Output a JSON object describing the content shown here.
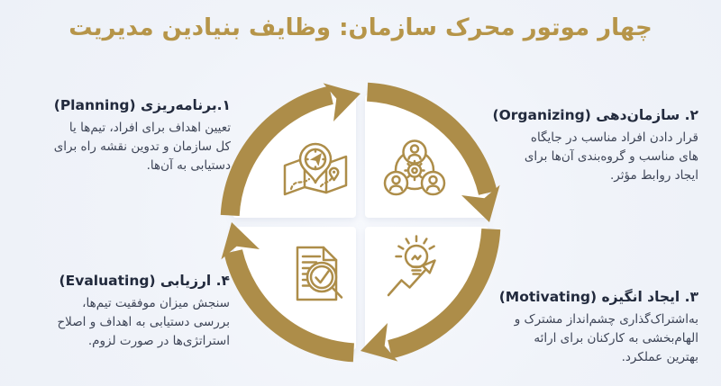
{
  "title": "چهار موتور محرک سازمان: وظایف بنیادین مدیریت",
  "colors": {
    "gold_accent": "#ad8d49",
    "title_gold": "#b69549",
    "heading_text": "#222a3d",
    "body_text": "#3e4557",
    "background": "#f0f3f9",
    "card": "#ffffff"
  },
  "diagram": {
    "type": "cycle",
    "direction": "clockwise",
    "segments": 4
  },
  "quadrants": [
    {
      "id": "planning",
      "heading": "۱.برنامه‌ریزی (Planning)",
      "body": "تعیین اهداف برای افراد، تیم‌ها یا\nکل سازمان و تدوین نقشه راه برای\nدستیابی به آن‌ها.",
      "icon": "map-route-pin-icon"
    },
    {
      "id": "organizing",
      "heading": "۲. سازمان‌دهی (Organizing)",
      "body": "قرار دادن افراد مناسب در جایگاه\nهای مناسب و گروه‌بندی آن‌ها برای\nایجاد روابط مؤثر.",
      "icon": "team-gear-icon"
    },
    {
      "id": "motivating",
      "heading": "۳. ایجاد انگیزه (Motivating)",
      "body": "به‌اشتراک‌گذاری چشم‌انداز مشترک و\nالهام‌بخشی به کارکنان برای ارائه\nبهترین عملکرد.",
      "icon": "lightbulb-growth-icon"
    },
    {
      "id": "evaluating",
      "heading": "۴. ارزیابی (Evaluating)",
      "body": "سنجش میزان موفقیت تیم‌ها،\nبررسی دستیابی به اهداف و اصلاح\nاستراتژی‌ها در صورت لزوم.",
      "icon": "document-check-magnifier-icon"
    }
  ]
}
